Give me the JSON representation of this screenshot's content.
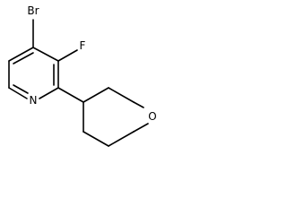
{
  "molecule": {
    "atoms": {
      "bromine": "Br",
      "fluorine": "F",
      "pyridine_nitrogen": "N",
      "oxane_oxygen": "O"
    }
  },
  "colors": {
    "bond": "#000000",
    "label": "#000000",
    "background": "#ffffff"
  }
}
